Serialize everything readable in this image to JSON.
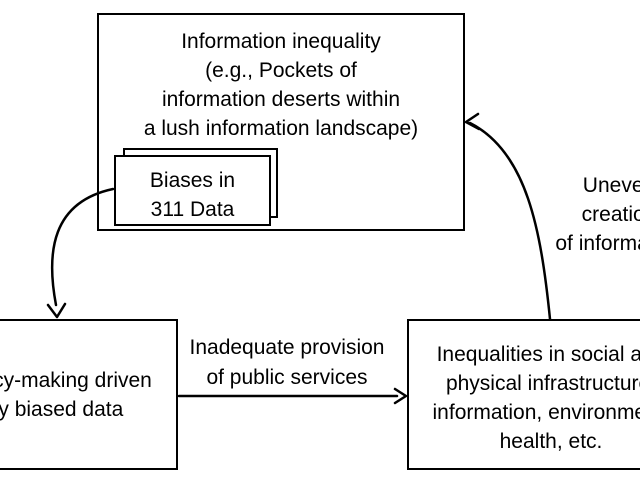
{
  "colors": {
    "background": "#ffffff",
    "stroke": "#000000",
    "text": "#000000"
  },
  "top_box": {
    "lines": [
      "Information inequality",
      "(e.g., Pockets of",
      "information deserts within",
      "a lush information landscape)"
    ]
  },
  "biases_box": {
    "lines": [
      "Biases in",
      "311 Data"
    ]
  },
  "left_box": {
    "lines": [
      "Policy-making driven",
      "by biased data"
    ]
  },
  "right_box": {
    "lines": [
      "Inequalities in social and",
      "physical infrastructure,",
      "information, environment,",
      "health, etc."
    ]
  },
  "middle_arrow": {
    "label_lines": [
      "Inadequate provision",
      "of public services"
    ]
  },
  "right_arrow": {
    "label_lines": [
      "Uneven creation",
      "of information"
    ]
  }
}
